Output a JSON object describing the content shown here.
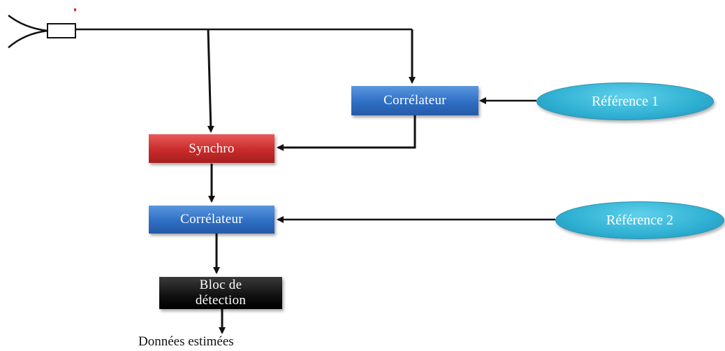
{
  "nodes": {
    "correlateur_1": "Corrélateur",
    "reference_1": "Référence 1",
    "synchro": "Synchro",
    "correlateur_2": "Corrélateur",
    "reference_2": "Référence 2",
    "bloc_detection_line1": "Bloc de",
    "bloc_detection_line2": "détection"
  },
  "output_label": "Données estimées",
  "colors": {
    "correlator": "#2f6fc4",
    "synchro": "#c92a2a",
    "detection_block": "#101010",
    "reference": "#2fb0d2",
    "connector": "#111111"
  }
}
